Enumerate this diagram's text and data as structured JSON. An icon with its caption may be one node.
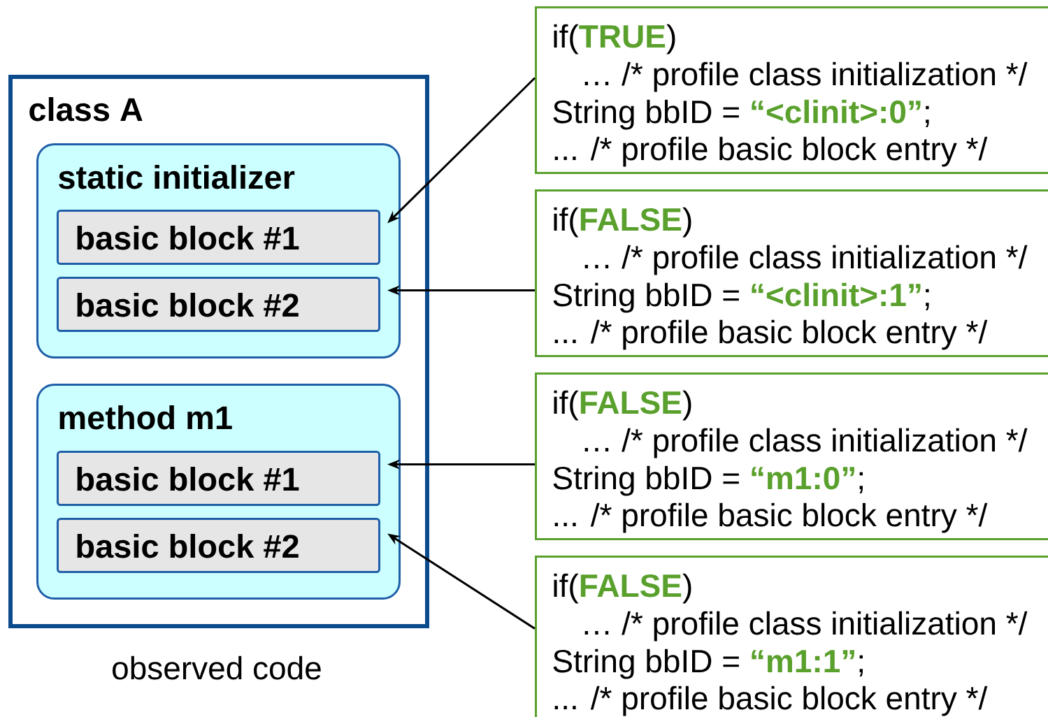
{
  "diagram": {
    "nodes": [
      {
        "text": [
          "class A"
        ],
        "beside": [
          "observed code"
        ]
      },
      {
        "text": [
          "static initializer"
        ],
        "in": 0
      },
      {
        "text": [
          "basic block #1"
        ],
        "in": 1
      },
      {
        "text": [
          "basic block #2"
        ],
        "in": 1
      },
      {
        "text": [
          "method m1"
        ],
        "in": 0
      },
      {
        "text": [
          "basic block #1"
        ],
        "in": 4
      },
      {
        "text": [
          "basic block #2"
        ],
        "in": 4
      },
      {
        "text": [
          "if(**TRUE**)",
          "… /* profile class initialization */",
          "String bbID = **“<clinit>:0”**;",
          "... /* profile basic block entry */"
        ]
      },
      {
        "text": [
          "if(**FALSE**)",
          "… /* profile class initialization */",
          "String bbID = **“<clinit>:1”**;",
          "... /* profile basic block entry */"
        ]
      },
      {
        "text": [
          "if(**FALSE**)",
          "… /* profile class initialization */",
          "String bbID = **“m1:0”**;",
          "... /* profile basic block entry */"
        ]
      },
      {
        "text": [
          "if(**FALSE**)",
          "… /* profile class initialization */",
          "String bbID = **“m1:1”**;",
          "... /* profile basic block entry */"
        ]
      }
    ],
    "edges": [
      {
        "from": 7,
        "to": 2,
        "arrow": "to"
      },
      {
        "from": 8,
        "to": 3,
        "arrow": "to"
      },
      {
        "from": 9,
        "to": 5,
        "arrow": "to"
      },
      {
        "from": 10,
        "to": 6,
        "arrow": "to"
      }
    ]
  }
}
